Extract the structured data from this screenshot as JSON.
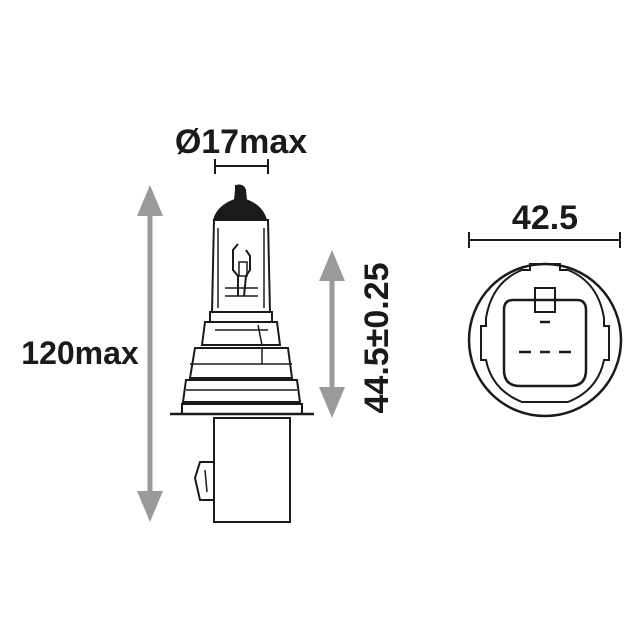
{
  "dimensions": {
    "diameter": "Ø17max",
    "overall_length": "120max",
    "light_center": "44.5±0.25",
    "base_width": "42.5"
  },
  "colors": {
    "arrow": "#9a9a9a",
    "line": "#1a1a1a",
    "background": "#ffffff"
  }
}
